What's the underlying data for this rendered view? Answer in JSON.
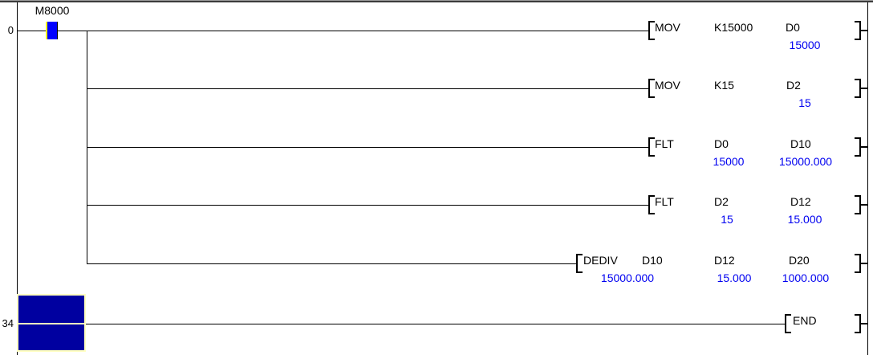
{
  "window": {
    "kind": "plc-ladder-monitor",
    "background": "#ffffff"
  },
  "colors": {
    "wire": "#000000",
    "value_text": "#0000f0",
    "contact_on": "#0000ff",
    "contact_edge": "#ffff00",
    "cursor_fill": "#0000a0",
    "cursor_border": "#ffffc0"
  },
  "rungs": {
    "first": {
      "number": "0",
      "contact_label": "M8000"
    },
    "last": {
      "number": "34"
    }
  },
  "instructions": [
    {
      "cmd": "MOV",
      "op1": "K15000",
      "op2": "D0",
      "val2": "15000"
    },
    {
      "cmd": "MOV",
      "op1": "K15",
      "op2": "D2",
      "val2": "15"
    },
    {
      "cmd": "FLT",
      "op1": "D0",
      "op2": "D10",
      "val1": "15000",
      "val2": "15000.000"
    },
    {
      "cmd": "FLT",
      "op1": "D2",
      "op2": "D12",
      "val1": "15",
      "val2": "15.000"
    },
    {
      "cmd": "DEDIV",
      "op1": "D10",
      "op2": "D12",
      "op3": "D20",
      "val1": "15000.000",
      "val2": "15.000",
      "val3": "1000.000"
    },
    {
      "cmd": "END"
    }
  ]
}
